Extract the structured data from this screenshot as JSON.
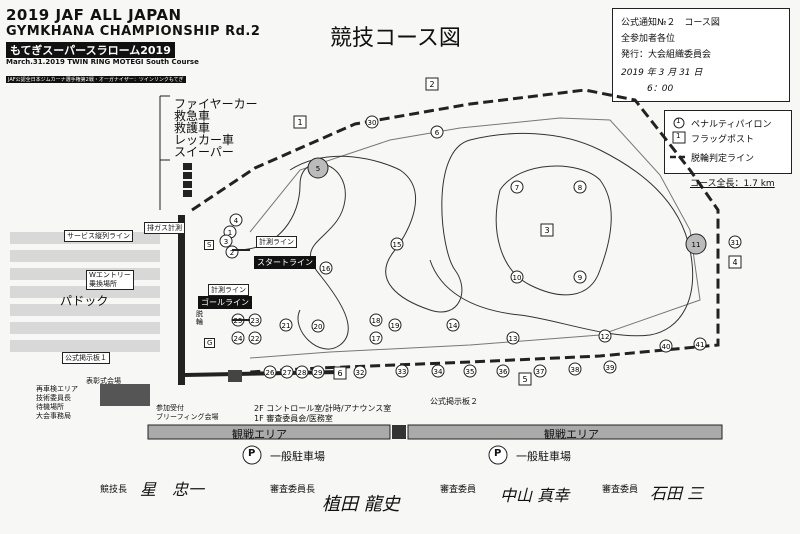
{
  "header": {
    "line1": "2019 JAF ALL JAPAN",
    "line2": "GYMKHANA CHAMPIONSHIP Rd.2",
    "line3": "もてぎスーパースラローム2019",
    "line4": "March.31.2019   TWIN RING MOTEGI  South Course",
    "line5": "JAF公認全日本ジムカーナ選手権第2戦・オーガナイザー：ツインリンクもてぎ"
  },
  "title": "競技コース図",
  "notice": {
    "line1": "公式通知№２　コース図",
    "line2": "全参加者各位",
    "line3": "発行：大会組織委員会",
    "date": "2019 年 3 月 31 日",
    "time": "6：00"
  },
  "legend": {
    "pylon": "ペナルティパイロン",
    "flag": "フラッグポスト",
    "dnf": "脱輪判定ライン",
    "pylon_num": "1",
    "flag_num": "1"
  },
  "course_length": "コース全長：1.7 km",
  "vehicles": [
    "ファイヤーカー",
    "救急車",
    "救護車",
    "レッカー車",
    "スイーパー"
  ],
  "labels": {
    "exhaust": "排ガス計測",
    "service": "サービス縦列ライン",
    "w_entry": "Wエントリー",
    "w_entry2": "乗換場所",
    "paddock": "パドック",
    "board1": "公式掲示板１",
    "board2": "公式掲示板２",
    "ceremony": "表彰式会場",
    "vehicle_area": "再車検エリア",
    "tech": "技術委員長",
    "waiting": "待機場所",
    "office": "大会事務局",
    "reception": "参加受付",
    "reception2": "ブリーフィング会場",
    "control1": "2F コントロール室/計時/アナウンス室",
    "control2": "1F 審査委員会/医務室",
    "measure1": "計測ライン",
    "start": "スタートライン",
    "measure2": "計測ライン",
    "goal": "ゴールライン",
    "spectator1": "観戦エリア",
    "spectator2": "観戦エリア",
    "parking1": "一般駐車場",
    "parking2": "一般駐車場",
    "p": "P",
    "s_mark": "S",
    "g_mark": "G",
    "dnf_mark": "脱",
    "dnf_mark2": "輪"
  },
  "flags": [
    "1",
    "2",
    "3",
    "4",
    "5",
    "6"
  ],
  "pylons": [
    "1",
    "2",
    "3",
    "4",
    "5",
    "6",
    "7",
    "8",
    "9",
    "10",
    "11",
    "12",
    "13",
    "14",
    "15",
    "16",
    "17",
    "18",
    "19",
    "20",
    "21",
    "22",
    "23",
    "24",
    "25",
    "26",
    "27",
    "28",
    "29",
    "30",
    "31",
    "32",
    "33",
    "34",
    "35",
    "36",
    "37",
    "38",
    "39",
    "40",
    "41"
  ],
  "signatures": {
    "steward_title": "競技長",
    "steward_name": "星　忠一",
    "judge1_title": "審査委員長",
    "judge1_name": "植田 龍史",
    "judge2_title": "審査委員",
    "judge2_name": "中山 真幸",
    "judge3_title": "審査委員",
    "judge3_name": "石田 三"
  }
}
